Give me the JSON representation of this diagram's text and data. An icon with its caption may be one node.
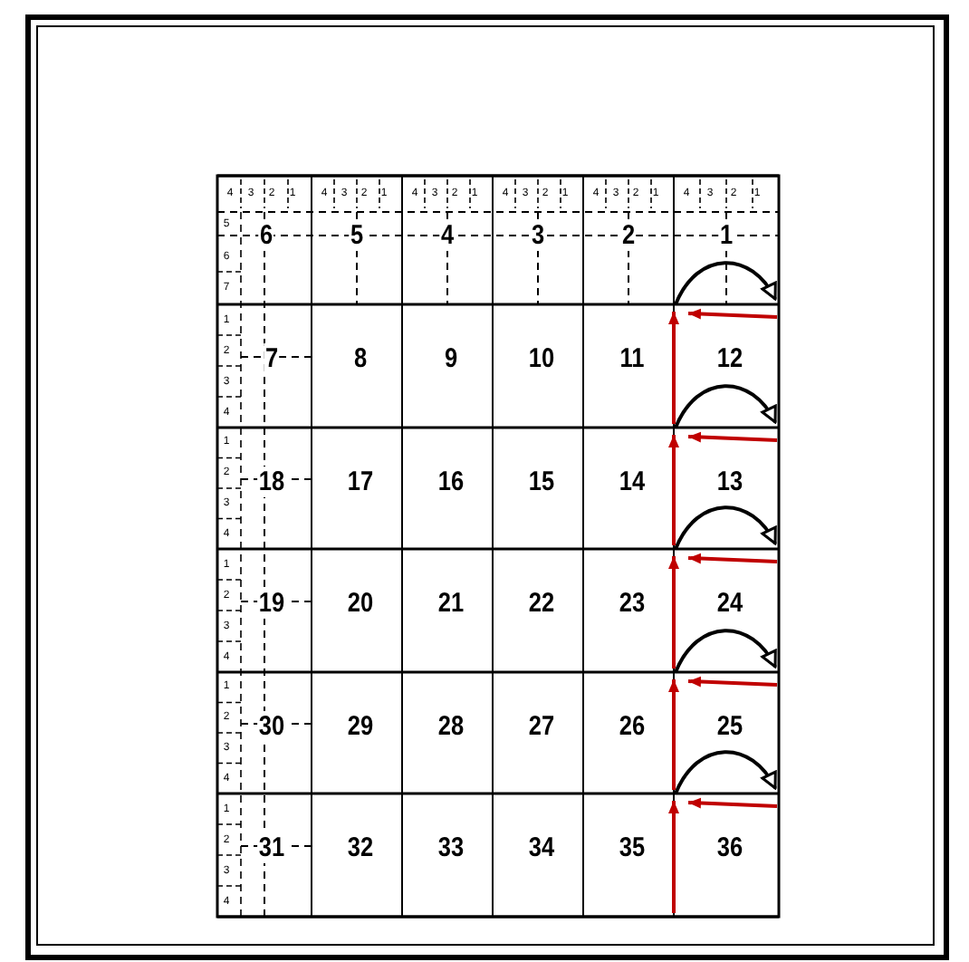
{
  "diagram": {
    "labels": [
      "4",
      "3",
      "2",
      "1",
      "4",
      "3",
      "2",
      "1",
      "4",
      "3",
      "2",
      "1",
      "4",
      "3",
      "2",
      "1",
      "4",
      "3",
      "2",
      "1",
      "4",
      "3",
      "2",
      "1",
      "5",
      "6",
      "5",
      "4",
      "3",
      "2",
      "1",
      "6",
      "7",
      "1",
      "2",
      "7",
      "8",
      "9",
      "10",
      "11",
      "12",
      "3",
      "4",
      "1",
      "2",
      "18",
      "17",
      "16",
      "15",
      "14",
      "13",
      "3",
      "4",
      "1",
      "2",
      "19",
      "20",
      "21",
      "22",
      "23",
      "24",
      "3",
      "4",
      "1",
      "2",
      "30",
      "29",
      "28",
      "27",
      "26",
      "25",
      "3",
      "4",
      "1",
      "2",
      "31",
      "32",
      "33",
      "34",
      "35",
      "36",
      "3",
      "4"
    ]
  }
}
